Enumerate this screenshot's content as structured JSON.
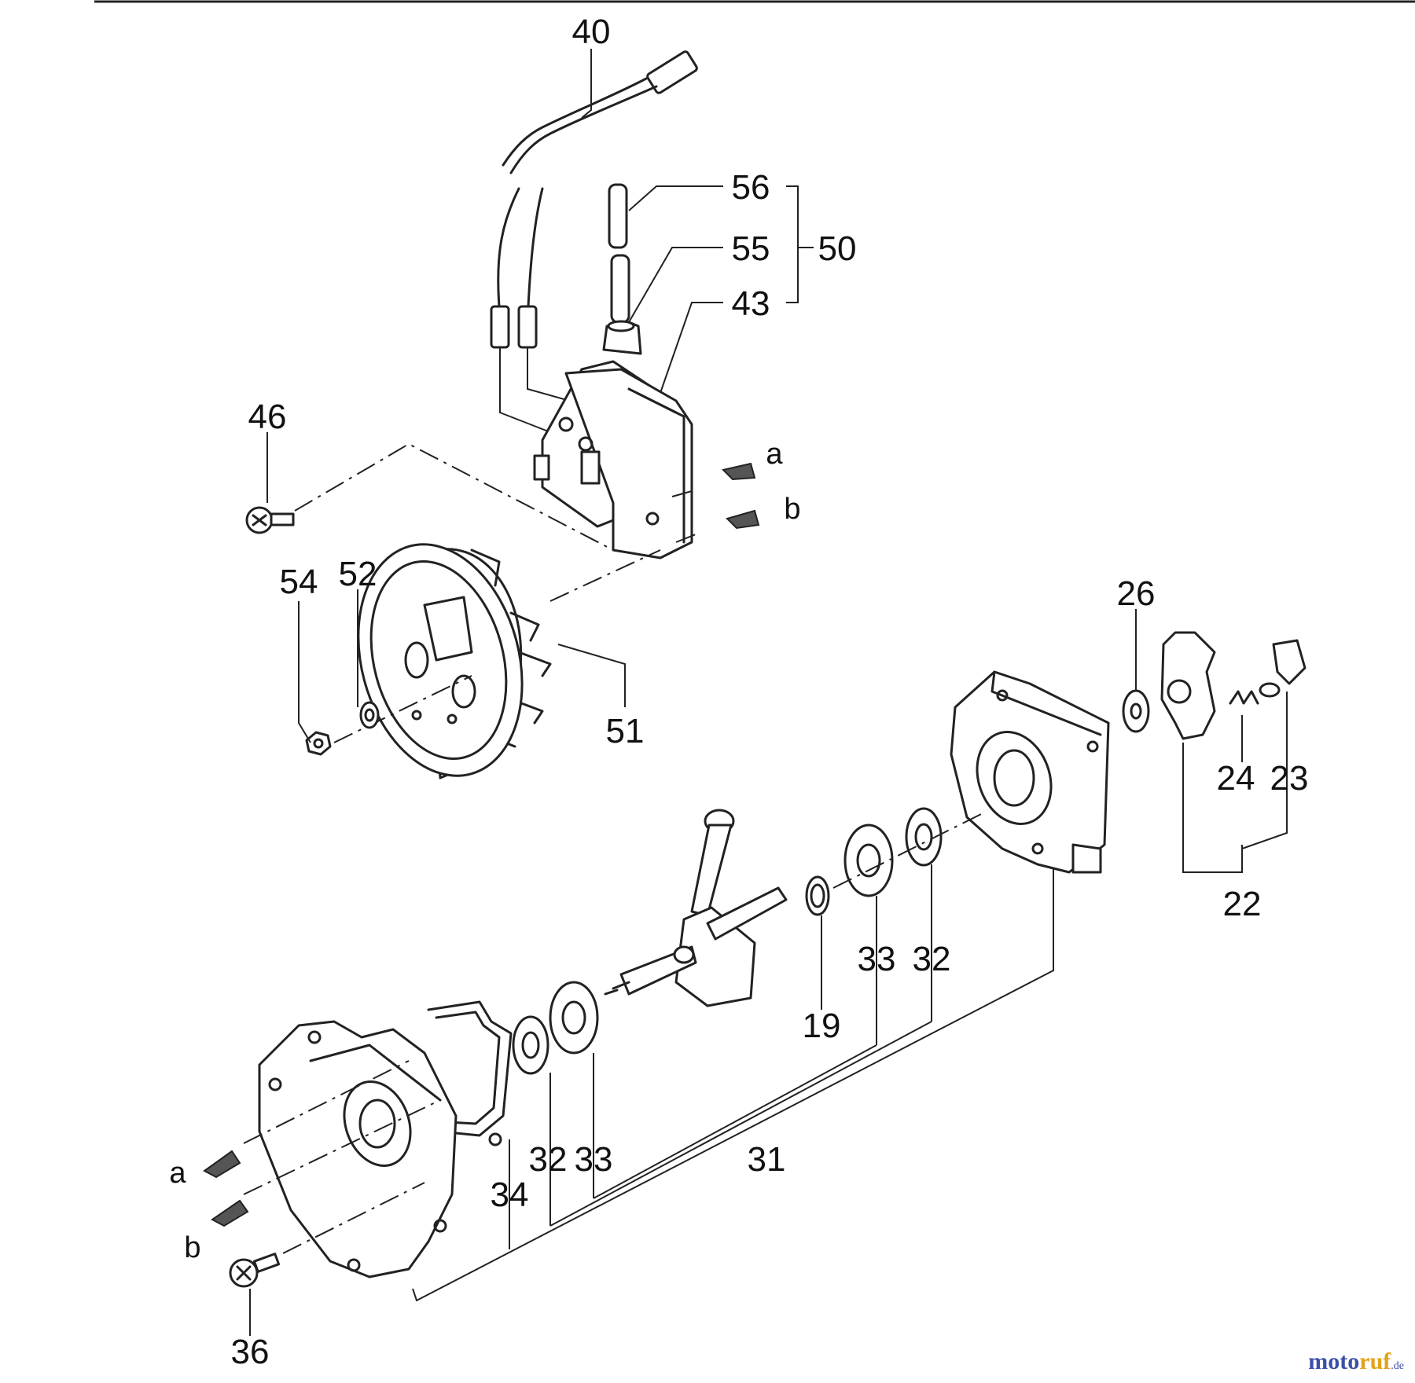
{
  "labels": {
    "p40": "40",
    "p56": "56",
    "p55": "55",
    "p50": "50",
    "p43": "43",
    "p46": "46",
    "p54": "54",
    "p52": "52",
    "p51": "51",
    "p26": "26",
    "p24": "24",
    "p23": "23",
    "p22": "22",
    "p19": "19",
    "p33a": "33",
    "p32a": "32",
    "p31": "31",
    "p32b": "32",
    "p33b": "33",
    "p34": "34",
    "p36": "36"
  },
  "arrows": {
    "a_top": "a",
    "b_top": "b",
    "a_bottom": "a",
    "b_bottom": "b"
  },
  "watermark": {
    "part1": "moto",
    "part2": "ruf",
    "tld": ".de"
  }
}
